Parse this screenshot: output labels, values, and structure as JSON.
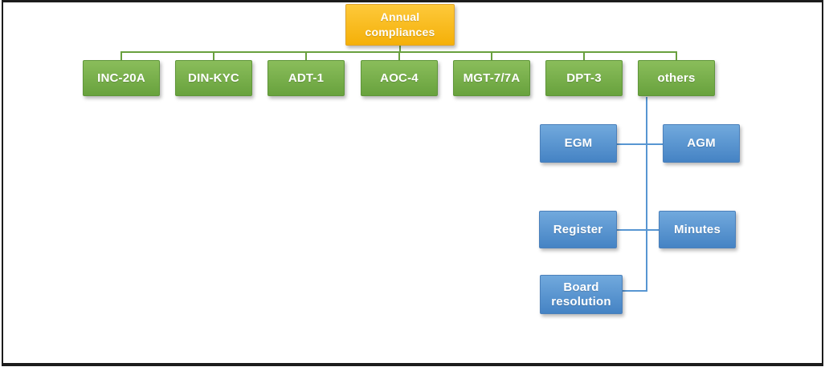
{
  "diagram": {
    "root": {
      "label": "Annual compliances"
    },
    "level1": [
      {
        "label": "INC-20A"
      },
      {
        "label": "DIN-KYC"
      },
      {
        "label": "ADT-1"
      },
      {
        "label": "AOC-4"
      },
      {
        "label": "MGT-7/7A"
      },
      {
        "label": "DPT-3"
      },
      {
        "label": "others"
      }
    ],
    "others_children": [
      {
        "label": "EGM"
      },
      {
        "label": "AGM"
      },
      {
        "label": "Register"
      },
      {
        "label": "Minutes"
      },
      {
        "label": "Board resolution"
      }
    ],
    "colors": {
      "root_fill": "#F9BC15",
      "level1_fill": "#79B04A",
      "child_fill": "#5B9BD5",
      "green_connector": "#69A03E",
      "blue_connector": "#5896D2",
      "frame_border": "#1C1C1C",
      "text": "#FFFFFF",
      "background": "#FFFFFF"
    }
  }
}
